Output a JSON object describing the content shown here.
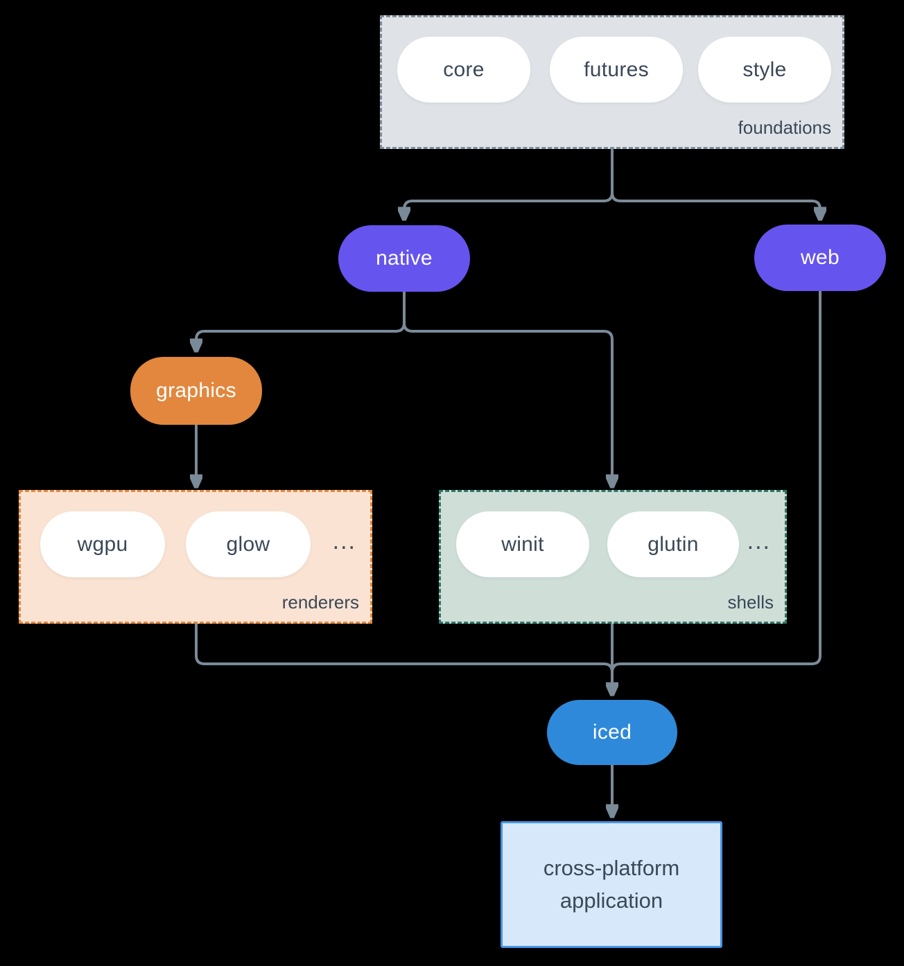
{
  "colors": {
    "background": "#000000",
    "edge": "#7b8a98",
    "text-dark": "#3a4857",
    "purple": "#6554ee",
    "orange": "#e2873d",
    "blue": "#2e89da",
    "pill-bg": "#ffffff",
    "foundations-bg": "#dfe3e7",
    "foundations-border": "#7e8c99",
    "renderers-bg": "#fae3d2",
    "renderers-border": "#e2873d",
    "shells-bg": "#cfdfd8",
    "shells-border": "#2f7568",
    "app-bg": "#d6e8f9",
    "app-border": "#4593e6"
  },
  "groups": {
    "foundations": {
      "label": "foundations",
      "pills": [
        "core",
        "futures",
        "style"
      ]
    },
    "renderers": {
      "label": "renderers",
      "pills": [
        "wgpu",
        "glow"
      ],
      "ellipsis": "..."
    },
    "shells": {
      "label": "shells",
      "pills": [
        "winit",
        "glutin"
      ],
      "ellipsis": "..."
    }
  },
  "nodes": {
    "native": "native",
    "web": "web",
    "graphics": "graphics",
    "iced": "iced",
    "application": "cross-platform application"
  }
}
